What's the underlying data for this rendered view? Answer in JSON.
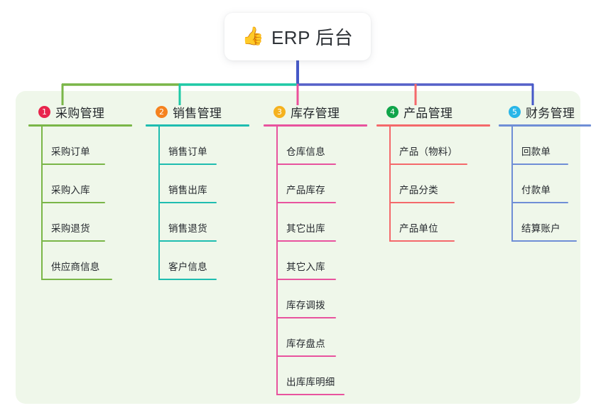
{
  "diagram": {
    "type": "mind-map",
    "background": "#ffffff",
    "panel_color": "#eff7ea",
    "root": {
      "icon": "thumbs-up-icon",
      "icon_glyph": "👍",
      "title": "ERP 后台"
    },
    "trunk_color": "#4558c8",
    "branch_bar": [
      {
        "name": "segment-green",
        "color": "#7ab648"
      },
      {
        "name": "segment-teal",
        "color": "#1ec9a5"
      },
      {
        "name": "segment-blue",
        "color": "#5560c8"
      }
    ],
    "columns": [
      {
        "index": "1",
        "title": "采购管理",
        "badge_color": "#e8254c",
        "line_color": "#7ab648",
        "drop_color": "#7ab648",
        "items": [
          "采购订单",
          "采购入库",
          "采购退货",
          "供应商信息"
        ]
      },
      {
        "index": "2",
        "title": "销售管理",
        "badge_color": "#f5821f",
        "line_color": "#1fbdb0",
        "drop_color": "#1ec9a5",
        "items": [
          "销售订单",
          "销售出库",
          "销售退货",
          "客户信息"
        ]
      },
      {
        "index": "3",
        "title": "库存管理",
        "badge_color": "#f5b21f",
        "line_color": "#e8539e",
        "drop_color": "#ec4f9b",
        "items": [
          "仓库信息",
          "产品库存",
          "其它出库",
          "其它入库",
          "库存调拨",
          "库存盘点",
          "出库库明细"
        ]
      },
      {
        "index": "4",
        "title": "产品管理",
        "badge_color": "#10a54a",
        "line_color": "#f4696b",
        "drop_color": "#f4696b",
        "items": [
          "产品（物料）",
          "产品分类",
          "产品单位"
        ]
      },
      {
        "index": "5",
        "title": "财务管理",
        "badge_color": "#29b6e8",
        "line_color": "#6f8ed6",
        "drop_color": "#4558c8",
        "items": [
          "回款单",
          "付款单",
          "结算账户"
        ]
      }
    ]
  }
}
